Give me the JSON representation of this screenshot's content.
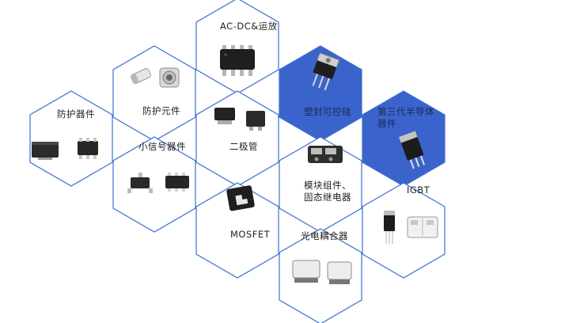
{
  "colors": {
    "hex_stroke": "#3b6fd1",
    "hex_fill": "#ffffff",
    "hex_active_fill": "#3b63cc",
    "text_dark": "#222222",
    "text_active": "#1a2a55"
  },
  "categories": [
    {
      "id": "protection-devices",
      "label_lines": [
        "防护器件"
      ],
      "active": false,
      "icon": "smd-package-icon"
    },
    {
      "id": "protection-components",
      "label_lines": [
        "防护元件"
      ],
      "active": false,
      "icon": "ceramic-component-icon"
    },
    {
      "id": "small-signal-devices",
      "label_lines": [
        "小信号器件"
      ],
      "active": false,
      "icon": "sot-package-icon"
    },
    {
      "id": "ac-dc-opamp",
      "label_lines": [
        "AC-DC&运放"
      ],
      "active": false,
      "icon": "soic-chip-icon"
    },
    {
      "id": "diode",
      "label_lines": [
        "二极管"
      ],
      "active": false,
      "icon": "diode-package-icon"
    },
    {
      "id": "mosfet",
      "label_lines": [
        "MOSFET"
      ],
      "active": false,
      "icon": "mosfet-chip-icon"
    },
    {
      "id": "plastic-thyristor",
      "label_lines": [
        "塑封可控硅"
      ],
      "active": true,
      "icon": "to220-package-icon"
    },
    {
      "id": "module-relay",
      "label_lines": [
        "模块组件、",
        "固态继电器"
      ],
      "active": false,
      "icon": "power-module-icon"
    },
    {
      "id": "optocoupler",
      "label_lines": [
        "光电耦合器"
      ],
      "active": false,
      "icon": "optocoupler-icon"
    },
    {
      "id": "third-gen-semiconductor",
      "label_lines": [
        "第三代半导体",
        "器件"
      ],
      "active": true,
      "icon": "to247-package-icon"
    },
    {
      "id": "igbt",
      "label_lines": [
        "IGBT"
      ],
      "active": false,
      "icon": "igbt-module-icon"
    }
  ]
}
